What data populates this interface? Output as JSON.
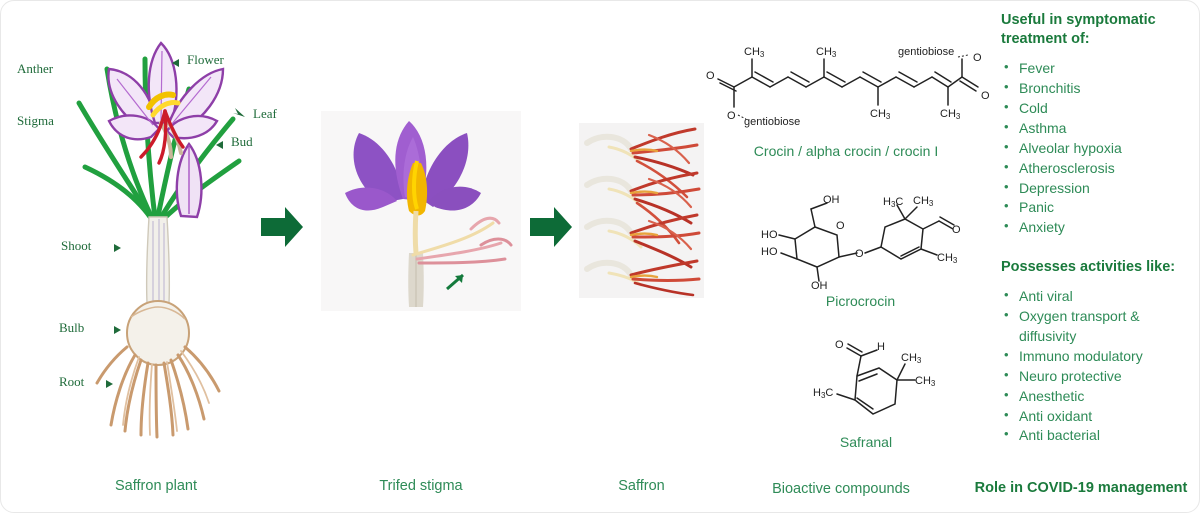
{
  "colors": {
    "heading_green": "#1a7a3c",
    "body_green": "#2e8b57",
    "arrow_green": "#0d6b37",
    "label_green": "#1f6b3a",
    "petal_purple": "#8e3fa8",
    "leaf_green": "#21a03f",
    "stigma_red": "#cc1b2a"
  },
  "plant_labels": {
    "anther": "Anther",
    "stigma": "Stigma",
    "flower": "Flower",
    "leaf": "Leaf",
    "bud": "Bud",
    "shoot": "Shoot",
    "bulb": "Bulb",
    "root": "Root"
  },
  "captions": {
    "saffron_plant": "Saffron plant",
    "trifed_stigma": "Trifed stigma",
    "saffron": "Saffron",
    "bioactive_compounds": "Bioactive compounds",
    "covid_role": "Role in COVID-19 management"
  },
  "compounds": [
    {
      "name": "crocin",
      "caption": "Crocin / alpha crocin / crocin I",
      "labels": {
        "ch3_a": "CH",
        "ch3_sub": "3",
        "gentiobiose_left": "gentiobiose",
        "gentiobiose_right": "gentiobiose",
        "o": "O"
      }
    },
    {
      "name": "picrocrocin",
      "caption": "Picrocrocin",
      "labels": {
        "oh": "OH",
        "ho": "HO",
        "o": "O",
        "ch3": "CH",
        "h3c": "H"
      }
    },
    {
      "name": "safranal",
      "caption": "Safranal",
      "labels": {
        "o": "O",
        "h": "H",
        "ch3": "CH",
        "h3c": "H"
      }
    }
  ],
  "right_panel": {
    "heading_symptomatic": "Useful in symptomatic treatment of:",
    "symptomatic_items": [
      "Fever",
      "Bronchitis",
      "Cold",
      "Asthma",
      "Alveolar hypoxia",
      "Atherosclerosis",
      "Depression",
      "Panic",
      "Anxiety"
    ],
    "heading_activities": "Possesses activities like:",
    "activity_items": [
      "Anti viral",
      "Oxygen transport & diffusivity",
      "Immuno modulatory",
      "Neuro protective",
      "Anesthetic",
      "Anti oxidant",
      "Anti bacterial"
    ]
  }
}
